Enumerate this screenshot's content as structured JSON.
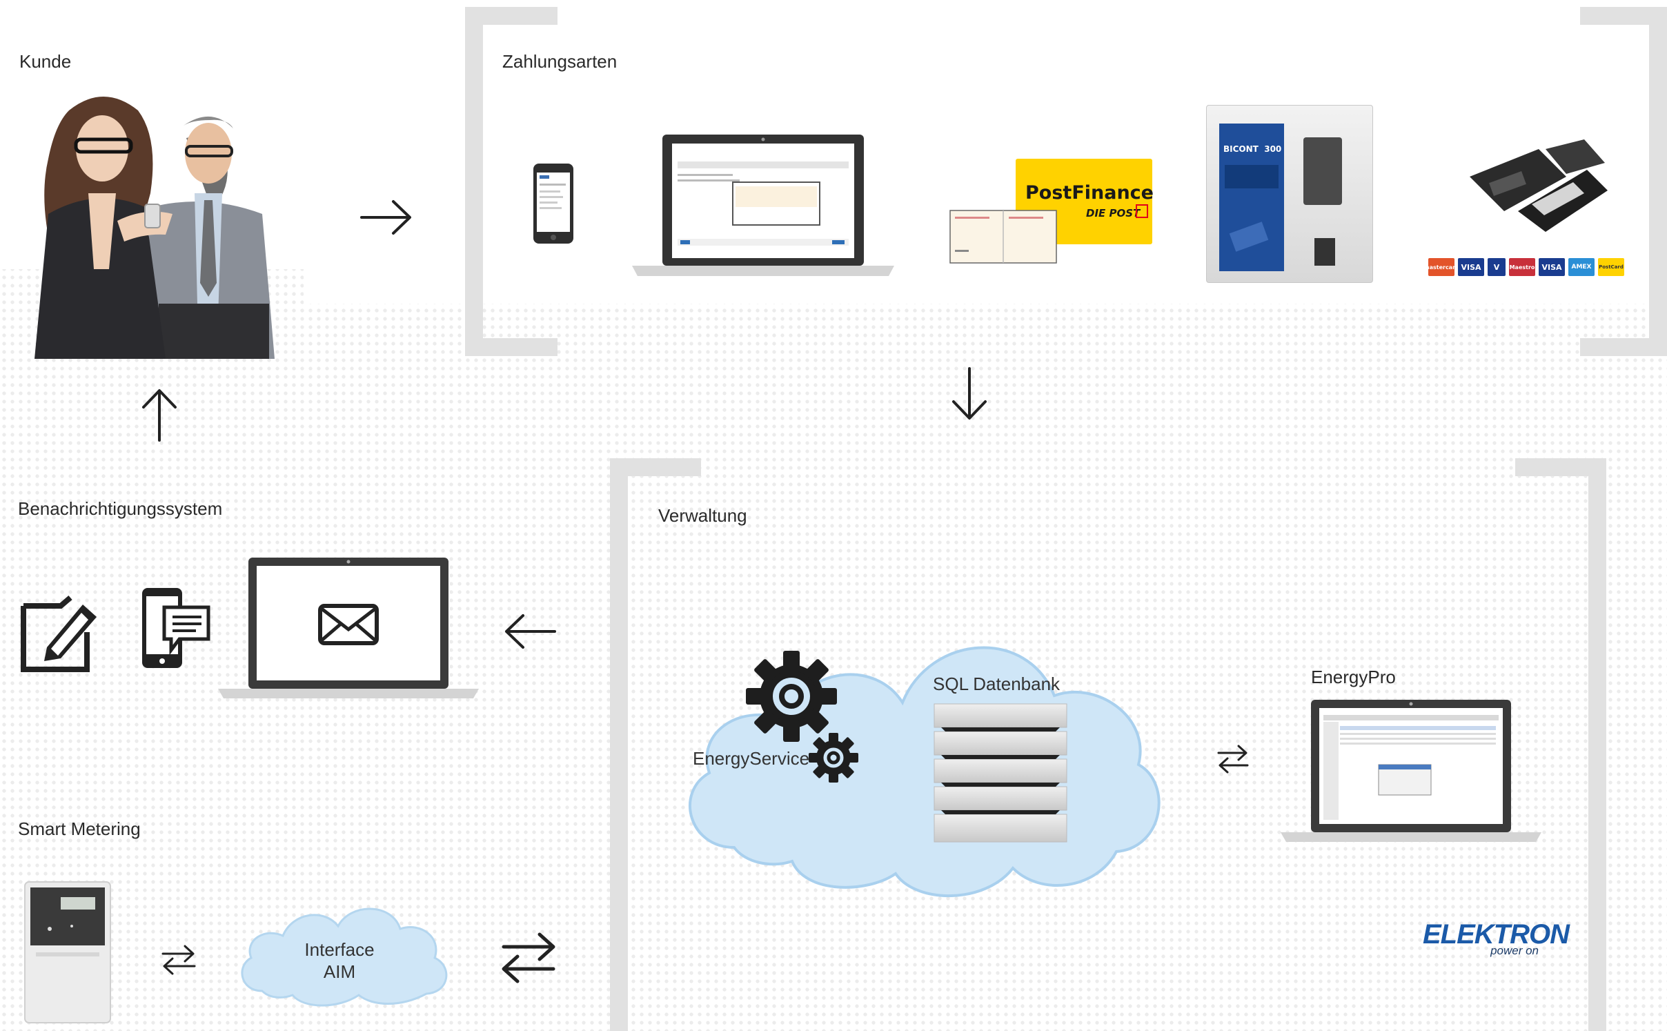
{
  "sections": {
    "kunde": {
      "label": "Kunde"
    },
    "zahlungsarten": {
      "label": "Zahlungsarten"
    },
    "benachrichtigung": {
      "label": "Benachrichtigungssystem"
    },
    "smart_metering": {
      "label": "Smart Metering"
    },
    "verwaltung": {
      "label": "Verwaltung"
    }
  },
  "nodes": {
    "energy_service": "EnergyService",
    "sql_db": "SQL Datenbank",
    "energy_pro": "EnergyPro",
    "interface_line1": "Interface",
    "interface_line2": "AIM"
  },
  "payment": {
    "postfinance_label": "PostFinance",
    "die_post_label": "DIE POST",
    "kiosk_brand": "BICONT",
    "kiosk_number": "300",
    "cards": [
      "mastercard",
      "VISA",
      "V",
      "Maestro",
      "VISA",
      "AMEX",
      "PostCard"
    ]
  },
  "brand": {
    "name": "ELEKTRON",
    "tagline": "power on"
  },
  "colors": {
    "bracket": "#e1e1e1",
    "cloud_fill": "#cfe6f7",
    "cloud_stroke": "#9fc9ea",
    "postfinance_yellow": "#ffd200",
    "elektron_blue": "#1b5aa8",
    "device_dark": "#3a3a3a"
  },
  "icons": [
    "arrow-right-icon",
    "arrow-down-icon",
    "arrow-up-icon",
    "arrow-left-icon",
    "bidirectional-arrows-icon",
    "gear-icon",
    "edit-note-icon",
    "phone-message-icon",
    "envelope-icon"
  ]
}
